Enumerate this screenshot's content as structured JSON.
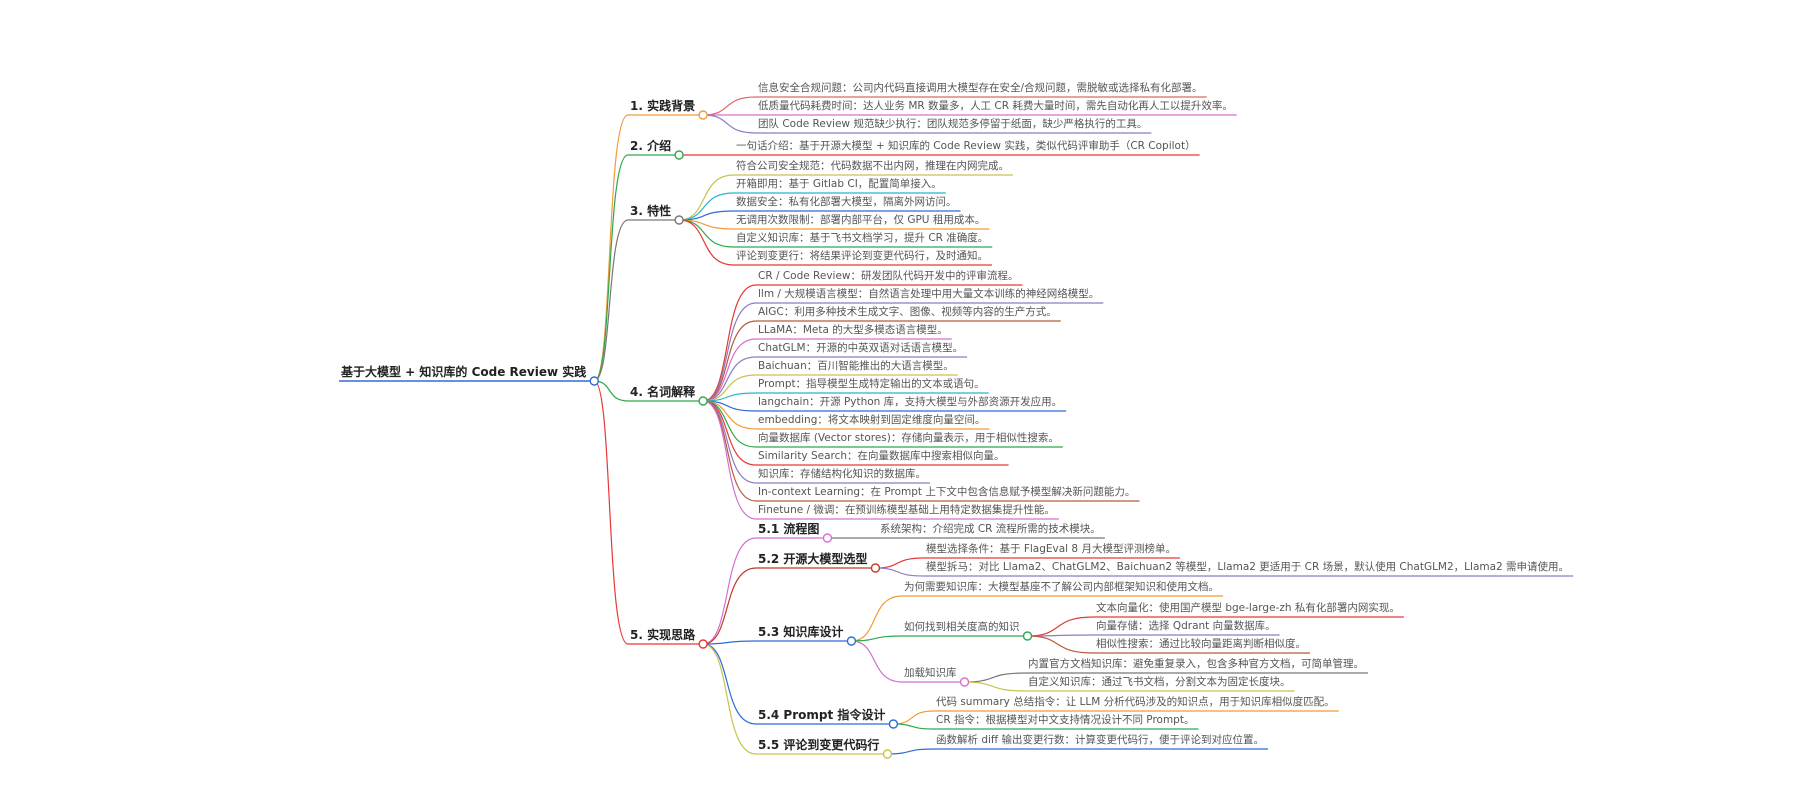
{
  "mindmap": {
    "root": {
      "id": "root",
      "label": "基于大模型 + 知识库的 Code Review 实践",
      "color": "#2f6bd8"
    },
    "branches": [
      {
        "id": "b1",
        "label": "1. 实践背景",
        "color": "#f29b38",
        "children": [
          {
            "id": "b1c1",
            "label": "信息安全合规问题：公司内代码直接调用大模型存在安全/合规问题，需脱敏或选择私有化部署。",
            "color": "#e06666"
          },
          {
            "id": "b1c2",
            "label": "低质量代码耗费时间：达人业务 MR 数量多，人工 CR 耗费大量时间，需先自动化再人工以提升效率。",
            "color": "#d46fd0"
          },
          {
            "id": "b1c3",
            "label": "团队 Code Review 规范缺少执行：团队规范多停留于纸面，缺少严格执行的工具。",
            "color": "#8e7cc3"
          }
        ]
      },
      {
        "id": "b2",
        "label": "2. 介绍",
        "color": "#2ea84a",
        "children": [
          {
            "id": "b2c1",
            "label": "一句话介绍：基于开源大模型 + 知识库的 Code Review 实践，类似代码评审助手（CR Copilot）",
            "color": "#e53935"
          }
        ]
      },
      {
        "id": "b3",
        "label": "3. 特性",
        "color": "#777777",
        "children": [
          {
            "id": "b3c1",
            "label": "符合公司安全规范：代码数据不出内网，推理在内网完成。",
            "color": "#c9c24a"
          },
          {
            "id": "b3c2",
            "label": "开箱即用：基于 Gitlab CI，配置简单接入。",
            "color": "#25b5c9"
          },
          {
            "id": "b3c3",
            "label": "数据安全：私有化部署大模型，隔离外网访问。",
            "color": "#2f6bd8"
          },
          {
            "id": "b3c4",
            "label": "无调用次数限制：部署内部平台，仅 GPU 租用成本。",
            "color": "#f29b38"
          },
          {
            "id": "b3c5",
            "label": "自定义知识库：基于飞书文档学习，提升 CR 准确度。",
            "color": "#2ea84a"
          },
          {
            "id": "b3c6",
            "label": "评论到变更行：将结果评论到变更代码行，及时通知。",
            "color": "#e53935"
          }
        ]
      },
      {
        "id": "b4",
        "label": "4. 名词解释",
        "color": "#2ea84a",
        "children": [
          {
            "id": "b4c1",
            "label": "CR / Code Review：研发团队代码开发中的评审流程。",
            "color": "#e53935"
          },
          {
            "id": "b4c2",
            "label": "llm / 大规模语言模型：自然语言处理中用大量文本训练的神经网络模型。",
            "color": "#8e7cc3"
          },
          {
            "id": "b4c3",
            "label": "AIGC：利用多种技术生成文字、图像、视频等内容的生产方式。",
            "color": "#b85a3c"
          },
          {
            "id": "b4c4",
            "label": "LLaMA：Meta 的大型多模态语言模型。",
            "color": "#d46fd0"
          },
          {
            "id": "b4c5",
            "label": "ChatGLM：开源的中英双语对话语言模型。",
            "color": "#8e7cc3"
          },
          {
            "id": "b4c6",
            "label": "Baichuan：百川智能推出的大语言模型。",
            "color": "#c9c24a"
          },
          {
            "id": "b4c7",
            "label": "Prompt：指导模型生成特定输出的文本或语句。",
            "color": "#25b5c9"
          },
          {
            "id": "b4c8",
            "label": "langchain：开源 Python 库，支持大模型与外部资源开发应用。",
            "color": "#2f6bd8"
          },
          {
            "id": "b4c9",
            "label": "embedding：将文本映射到固定维度向量空间。",
            "color": "#f29b38"
          },
          {
            "id": "b4c10",
            "label": "向量数据库 (Vector stores)：存储向量表示，用于相似性搜索。",
            "color": "#2ea84a"
          },
          {
            "id": "b4c11",
            "label": "Similarity Search：在向量数据库中搜索相似向量。",
            "color": "#e53935"
          },
          {
            "id": "b4c12",
            "label": "知识库：存储结构化知识的数据库。",
            "color": "#8e7cc3"
          },
          {
            "id": "b4c13",
            "label": "In-context Learning：在 Prompt 上下文中包含信息赋予模型解决新问题能力。",
            "color": "#b85a3c"
          },
          {
            "id": "b4c14",
            "label": "Finetune / 微调：在预训练模型基础上用特定数据集提升性能。",
            "color": "#d46fd0"
          }
        ]
      },
      {
        "id": "b5",
        "label": "5. 实现思路",
        "color": "#e53935",
        "children": [
          {
            "id": "b5s1",
            "label": "5.1 流程图",
            "color": "#d46fd0",
            "children": [
              {
                "id": "b5s1c1",
                "label": "系统架构：介绍完成 CR 流程所需的技术模块。",
                "color": "#777777"
              }
            ]
          },
          {
            "id": "b5s2",
            "label": "5.2 开源大模型选型",
            "color": "#c0392b",
            "children": [
              {
                "id": "b5s2c1",
                "label": "模型选择条件：基于 FlagEval 8 月大模型评测榜单。",
                "color": "#e53935"
              },
              {
                "id": "b5s2c2",
                "label": "模型拆马：对比 Llama2、ChatGLM2、Baichuan2 等模型，Llama2 更适用于 CR 场景，默认使用 ChatGLM2，Llama2 需申请使用。",
                "color": "#8e7cc3"
              }
            ]
          },
          {
            "id": "b5s3",
            "label": "5.3 知识库设计",
            "color": "#2f6bd8",
            "children": [
              {
                "id": "b5s3c1",
                "label": "为何需要知识库：大模型基座不了解公司内部框架知识和使用文档。",
                "color": "#f29b38"
              },
              {
                "id": "b5s3c2",
                "label": "如何找到相关度高的知识",
                "color": "#2ea84a",
                "children": [
                  {
                    "id": "b5s3c2a",
                    "label": "文本向量化：使用国产模型 bge-large-zh 私有化部署内网实现。",
                    "color": "#e53935"
                  },
                  {
                    "id": "b5s3c2b",
                    "label": "向量存储：选择 Qdrant 向量数据库。",
                    "color": "#8e7cc3"
                  },
                  {
                    "id": "b5s3c2c",
                    "label": "相似性搜索：通过比较向量距离判断相似度。",
                    "color": "#b85a3c"
                  }
                ]
              },
              {
                "id": "b5s3c3",
                "label": "加载知识库",
                "color": "#d46fd0",
                "children": [
                  {
                    "id": "b5s3c3a",
                    "label": "内置官方文档知识库：避免重复录入，包含多种官方文档，可简单管理。",
                    "color": "#777777"
                  },
                  {
                    "id": "b5s3c3b",
                    "label": "自定义知识库：通过飞书文档，分割文本为固定长度块。",
                    "color": "#c9c24a"
                  }
                ]
              }
            ]
          },
          {
            "id": "b5s4",
            "label": "5.4 Prompt 指令设计",
            "color": "#2f6bd8",
            "children": [
              {
                "id": "b5s4c1",
                "label": "代码 summary 总结指令：让 LLM 分析代码涉及的知识点，用于知识库相似度匹配。",
                "color": "#f29b38"
              },
              {
                "id": "b5s4c2",
                "label": "CR 指令：根据模型对中文支持情况设计不同 Prompt。",
                "color": "#2ea84a"
              }
            ]
          },
          {
            "id": "b5s5",
            "label": "5.5 评论到变更代码行",
            "color": "#c9c24a",
            "children": [
              {
                "id": "b5s5c1",
                "label": "函数解析 diff 输出变更行数：计算变更代码行，便于评论到对应位置。",
                "color": "#2f6bd8"
              }
            ]
          }
        ]
      }
    ]
  }
}
